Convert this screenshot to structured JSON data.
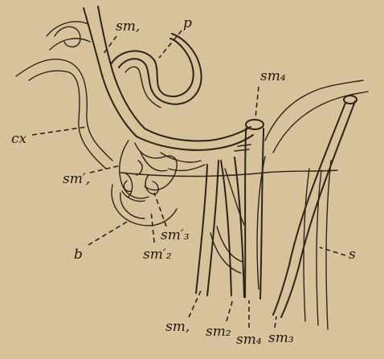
{
  "figure": {
    "background": "#d7c29c",
    "ink": "#2c2418",
    "labels": {
      "sm1_top": "sm,",
      "p": "p",
      "sm4_top": "sm₄",
      "cx": "cx",
      "sm1_prime": "sm′,",
      "sm3_prime": "sm′₃",
      "b": "b",
      "sm2_prime": "sm′₂",
      "s": "s",
      "sm1_bottom": "sm,",
      "sm2_bottom": "sm₂",
      "sm4_bottom": "sm₄",
      "sm3_bottom": "sm₃"
    }
  }
}
